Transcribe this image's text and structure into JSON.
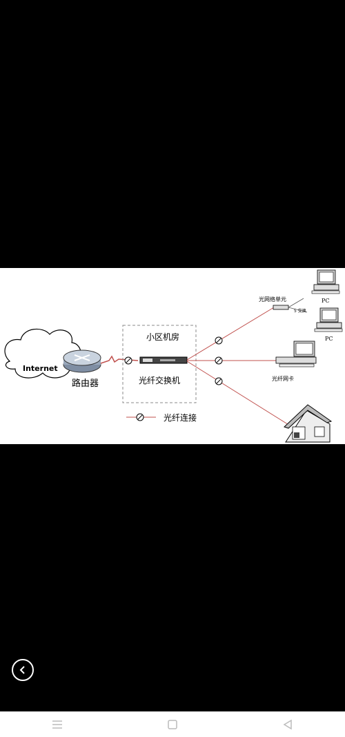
{
  "diagram": {
    "internet_label": "Internet",
    "router_label": "路由器",
    "room_label": "小区机房",
    "switch_label": "光纤交换机",
    "legend_label": "光纤连接",
    "onu_label": "光网络单元",
    "switch_small_label": "5 交换",
    "pc_label_top": "PC",
    "pc_label_mid": "PC",
    "nic_label": "光纤网卡"
  },
  "colors": {
    "fiber_line": "#c0504d",
    "background": "#000000",
    "image_background": "#ffffff"
  },
  "icons": {
    "back": "chevron-left-icon",
    "menu": "menu-icon",
    "home": "home-square-icon",
    "nav_back": "triangle-back-icon"
  }
}
